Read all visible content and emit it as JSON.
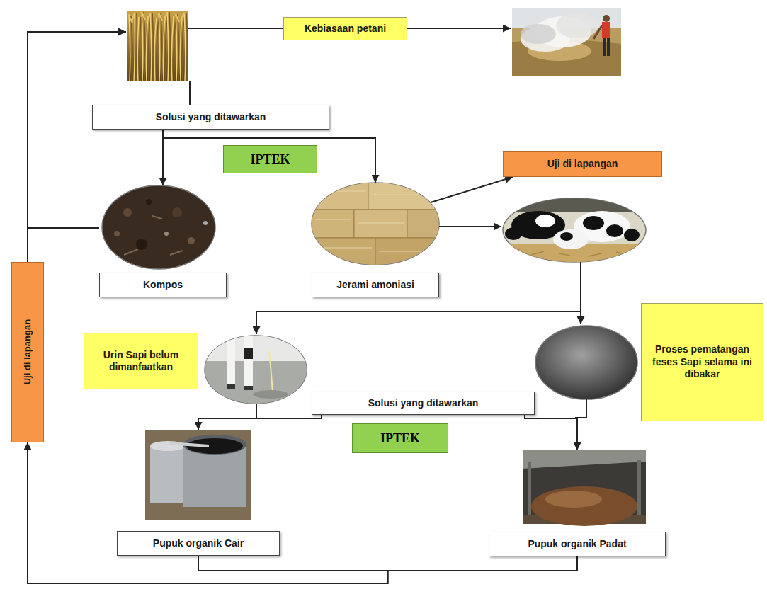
{
  "diagram": {
    "nodes": [
      {
        "text": [
          "Kebiasaan petani"
        ]
      },
      {
        "text": [
          "Solusi yang ditawarkan"
        ]
      },
      {
        "text": [
          "IPTEK"
        ]
      },
      {
        "text": [
          "Uji di lapangan"
        ]
      },
      {
        "text": [
          "Kompos"
        ]
      },
      {
        "text": [
          "Jerami amoniasi"
        ]
      },
      {
        "text": [
          "Urin Sapi belum dimanfaatkan"
        ]
      },
      {
        "text": [
          "Solusi yang ditawarkan"
        ]
      },
      {
        "text": [
          "IPTEK"
        ]
      },
      {
        "text": [
          "Proses pematangan feses Sapi selama ini dibakar"
        ]
      },
      {
        "text": [
          "Pupuk organik Cair"
        ]
      },
      {
        "text": [
          "Pupuk organik Padat"
        ]
      },
      {
        "text": [
          "Uji di lapangan"
        ]
      }
    ],
    "edges": [
      {
        "from": 1,
        "to": 4,
        "arrow": "to"
      },
      {
        "from": 1,
        "to": 5,
        "arrow": "to"
      },
      {
        "from": 5,
        "to": 3,
        "arrow": "to"
      },
      {
        "from": 7,
        "to": 10,
        "arrow": "to"
      },
      {
        "from": 7,
        "to": 11,
        "arrow": "to"
      },
      {
        "from": 4,
        "to": 12,
        "arrow": "none"
      },
      {
        "from": 10,
        "to": 12,
        "arrow": "to"
      },
      {
        "from": 11,
        "to": 12,
        "arrow": "to"
      }
    ]
  }
}
